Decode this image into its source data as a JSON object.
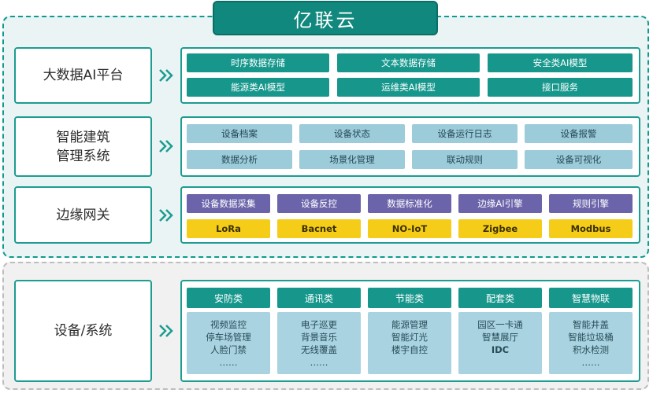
{
  "title": "亿联云",
  "layers": {
    "bigdata": {
      "label": "大数据AI平台",
      "row1": [
        "时序数据存储",
        "文本数据存储",
        "安全类AI模型"
      ],
      "row2": [
        "能源类AI模型",
        "运维类AI模型",
        "接口服务"
      ]
    },
    "building": {
      "label_line1": "智能建筑",
      "label_line2": "管理系统",
      "row1": [
        "设备档案",
        "设备状态",
        "设备运行日志",
        "设备报警"
      ],
      "row2": [
        "数据分析",
        "场景化管理",
        "联动规则",
        "设备可视化"
      ]
    },
    "edge": {
      "label": "边缘网关",
      "row1": [
        "设备数据采集",
        "设备反控",
        "数据标准化",
        "边缘AI引擎",
        "规则引擎"
      ],
      "row2": [
        "LoRa",
        "Bacnet",
        "NO-IoT",
        "Zigbee",
        "Modbus"
      ]
    },
    "devices": {
      "label": "设备/系统",
      "columns": [
        {
          "head": "安防类",
          "items": [
            "视频监控",
            "停车场管理",
            "人脸门禁",
            "……"
          ]
        },
        {
          "head": "通讯类",
          "items": [
            "电子巡更",
            "背景音乐",
            "无线覆盖",
            "……"
          ]
        },
        {
          "head": "节能类",
          "items": [
            "能源管理",
            "智能灯光",
            "楼宇自控"
          ]
        },
        {
          "head": "配套类",
          "items": [
            "园区一卡通",
            "智慧展厅",
            "IDC"
          ]
        },
        {
          "head": "智慧物联",
          "items": [
            "智能井盖",
            "智能垃圾桶",
            "积水检测",
            "……"
          ]
        }
      ]
    }
  },
  "colors": {
    "teal": "#17978c",
    "light_blue": "#9ccbd9",
    "purple": "#6b64aa",
    "yellow": "#f5cd19"
  }
}
